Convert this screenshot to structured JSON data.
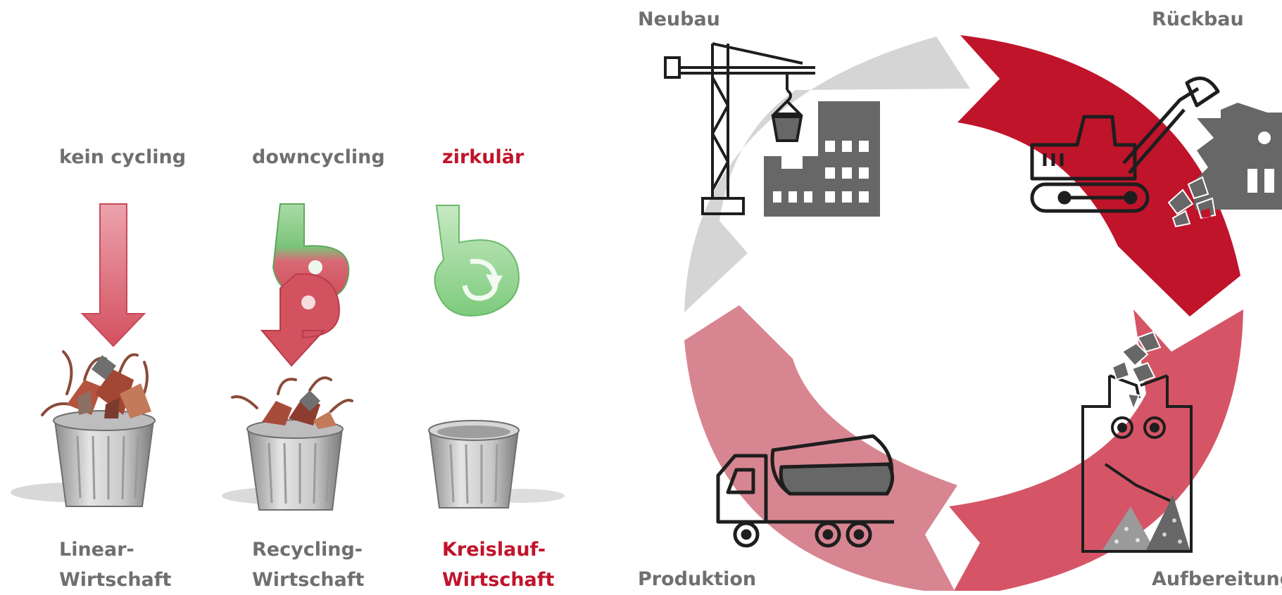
{
  "columns": [
    {
      "heading": "kein cycling",
      "title_line1": "Linear-",
      "title_line2": "Wirtschaft",
      "highlight": false
    },
    {
      "heading": "downcycling",
      "title_line1": "Recycling-",
      "title_line2": "Wirtschaft",
      "highlight": false
    },
    {
      "heading": "zirkulär",
      "title_line1": "Kreislauf-",
      "title_line2": "Wirtschaft",
      "highlight": true
    }
  ],
  "cycle": {
    "stages": [
      "Neubau",
      "Rückbau",
      "Aufbereitung",
      "Produktion"
    ]
  },
  "colors": {
    "text_gray": "#6f6f6f",
    "accent_red": "#c0142b",
    "arrow_neubau": "#d4d5d4",
    "arrow_rueckbau": "#c0142b",
    "arrow_aufbereitung": "#d55566",
    "arrow_produktion": "#d88592",
    "green": "#8fcf8f",
    "icon_dark": "#1e1e1e",
    "icon_gray": "#666766"
  }
}
